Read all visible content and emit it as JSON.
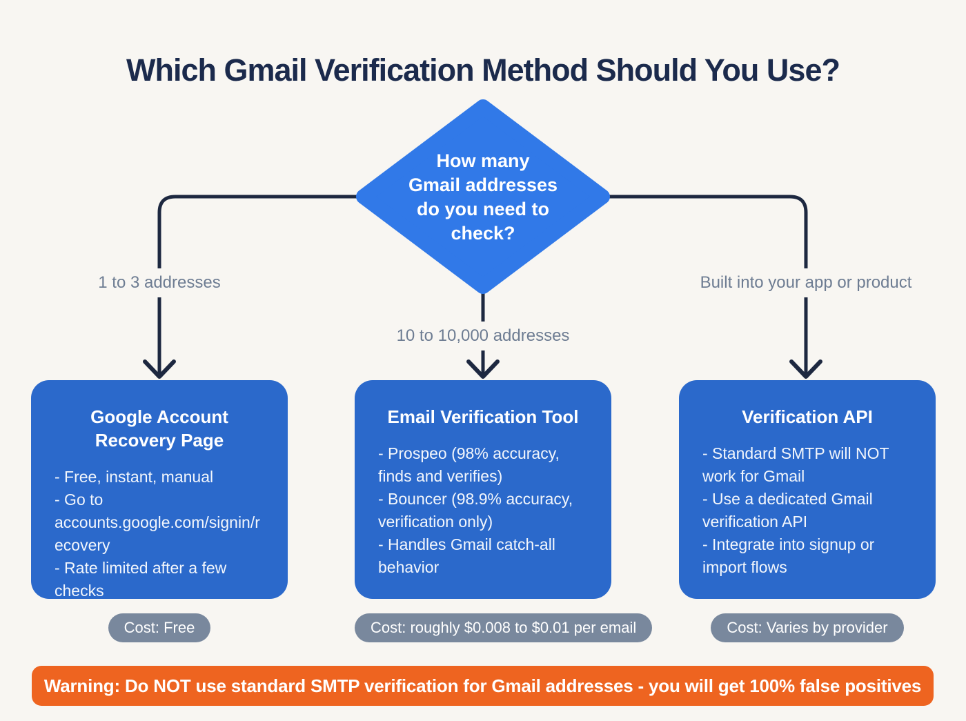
{
  "page": {
    "title": "Which Gmail Verification Method Should You Use?"
  },
  "decision": {
    "question": "How many Gmail addresses do you need to check?",
    "question_display": "How many\nGmail addresses\ndo you need to\ncheck?"
  },
  "branches": [
    {
      "label": "1 to 3 addresses"
    },
    {
      "label": "10 to 10,000 addresses"
    },
    {
      "label": "Built into your app or product"
    }
  ],
  "boxes": [
    {
      "title": "Google Account Recovery Page",
      "items": [
        "- Free, instant, manual",
        "- Go to accounts.google.com/signin/recovery",
        "- Rate limited after a few checks"
      ],
      "cost": "Cost: Free"
    },
    {
      "title": "Email Verification Tool",
      "items": [
        "- Prospeo (98% accuracy, finds and verifies)",
        "- Bouncer (98.9% accuracy, verification only)",
        "- Handles Gmail catch-all behavior"
      ],
      "cost": "Cost: roughly $0.008 to $0.01 per email"
    },
    {
      "title": "Verification API",
      "items": [
        "- Standard SMTP will NOT work for Gmail",
        "- Use a dedicated Gmail verification API",
        "- Integrate into signup or import flows"
      ],
      "cost": "Cost: Varies by provider"
    }
  ],
  "warning": {
    "text": "Warning: Do NOT use standard SMTP verification for Gmail addresses - you will get 100% false positives"
  },
  "colors": {
    "background": "#f8f6f2",
    "diamond_blue": "#3179e8",
    "box_blue": "#2b69cb",
    "connector_navy": "#1d2840",
    "badge_slate": "#79889d",
    "warning_orange": "#ee6420",
    "title_navy": "#1b2a4c",
    "label_gray": "#6d7c92"
  }
}
